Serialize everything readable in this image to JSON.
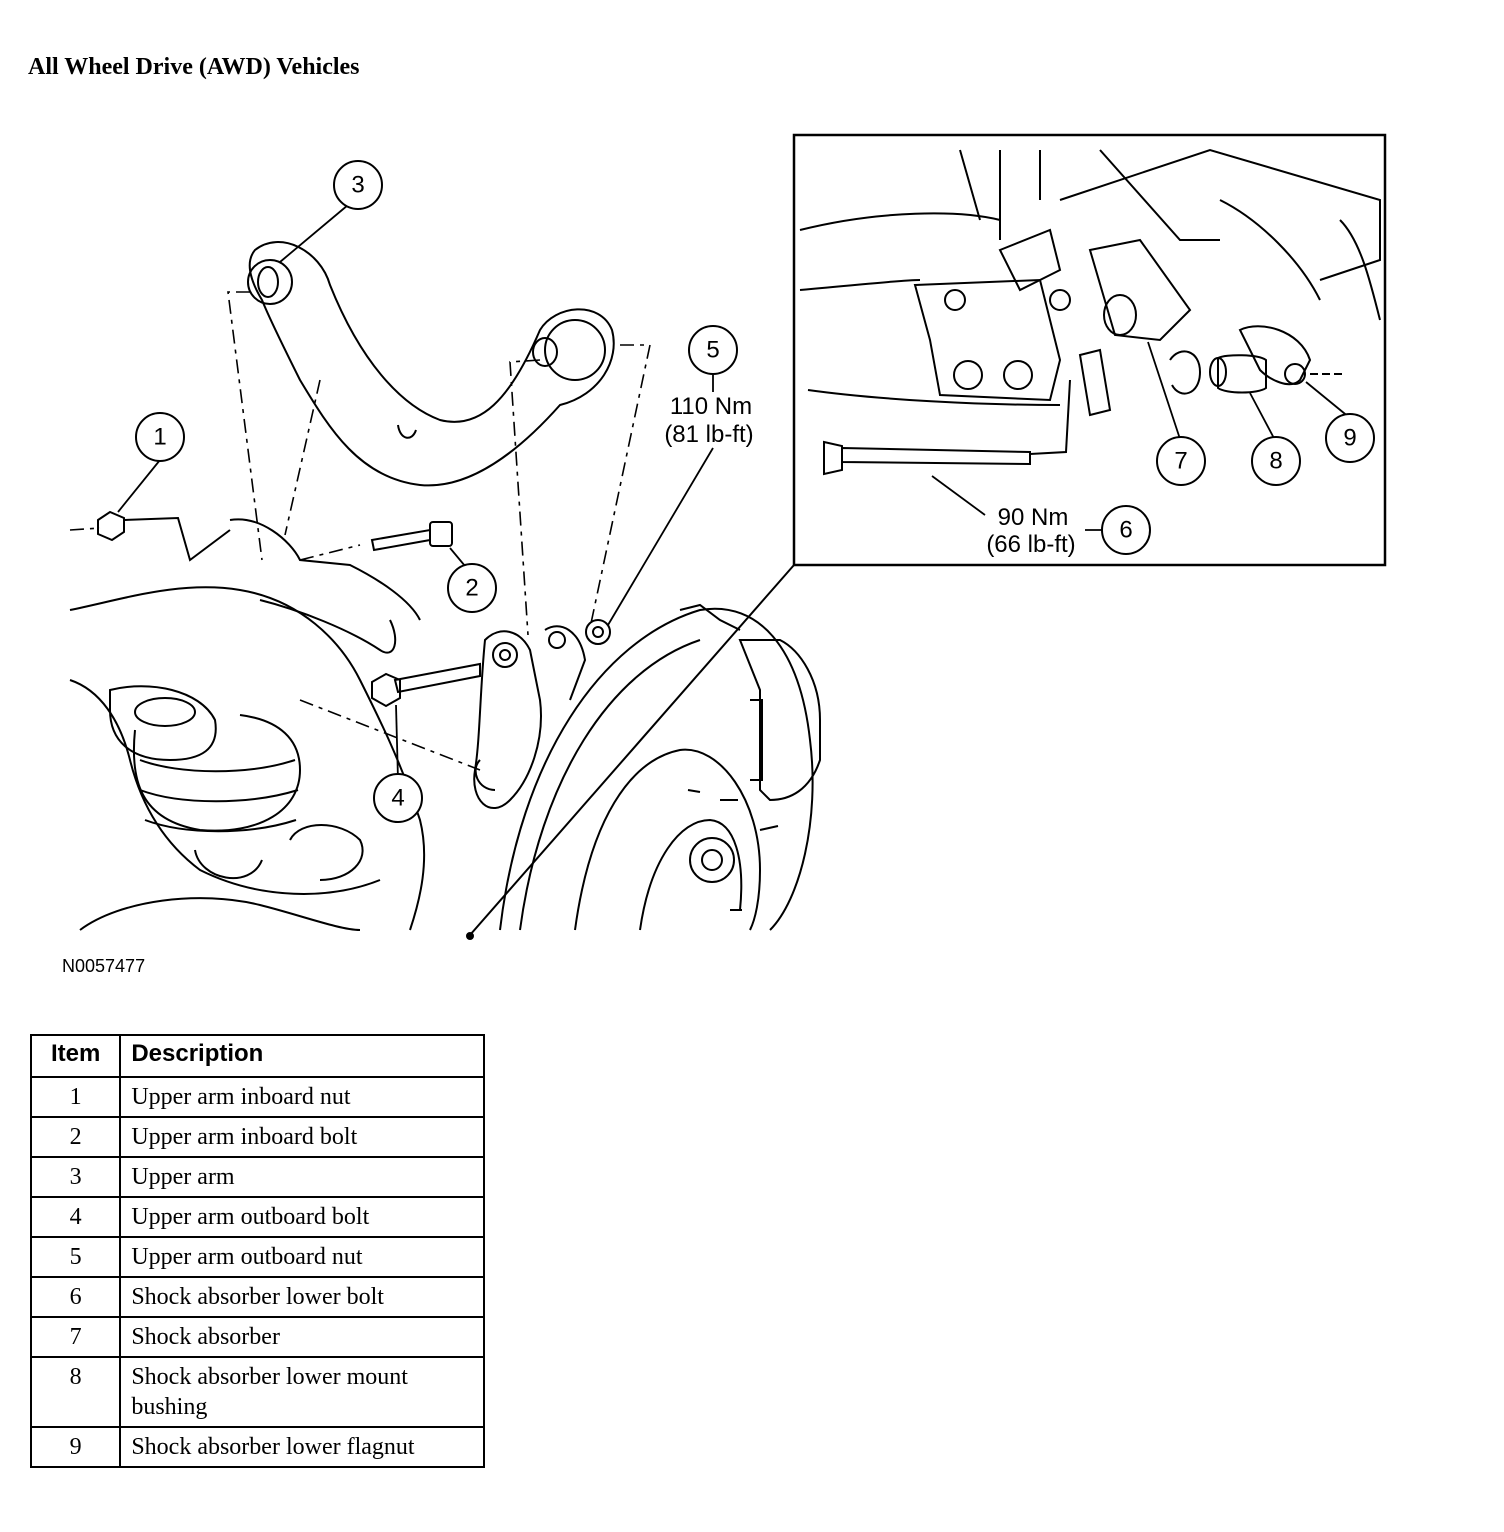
{
  "title": "All Wheel Drive (AWD) Vehicles",
  "figure_id": "N0057477",
  "callouts": {
    "c1": "1",
    "c2": "2",
    "c3": "3",
    "c4": "4",
    "c5": "5",
    "c6": "6",
    "c7": "7",
    "c8": "8",
    "c9": "9"
  },
  "torque": {
    "t5_nm": "110 Nm",
    "t5_lbft": "(81 lb-ft)",
    "t6_nm": "90 Nm",
    "t6_lbft": "(66 lb-ft)"
  },
  "table": {
    "header_item": "Item",
    "header_description": "Description",
    "rows": [
      {
        "item": "1",
        "description": "Upper arm inboard nut"
      },
      {
        "item": "2",
        "description": "Upper arm inboard bolt"
      },
      {
        "item": "3",
        "description": "Upper arm"
      },
      {
        "item": "4",
        "description": "Upper arm outboard bolt"
      },
      {
        "item": "5",
        "description": "Upper arm outboard nut"
      },
      {
        "item": "6",
        "description": "Shock absorber lower bolt"
      },
      {
        "item": "7",
        "description": "Shock absorber"
      },
      {
        "item": "8",
        "description": "Shock absorber lower mount bushing"
      },
      {
        "item": "9",
        "description": "Shock absorber lower flagnut"
      }
    ]
  }
}
